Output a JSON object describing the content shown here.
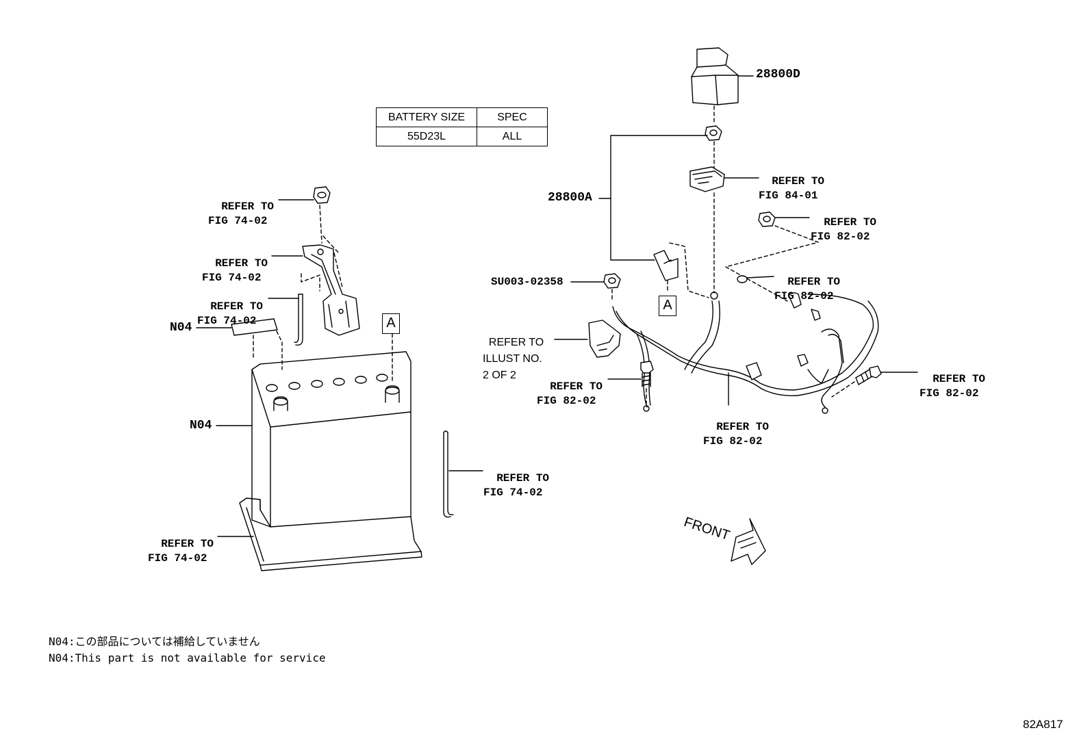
{
  "spec_table": {
    "header": [
      "BATTERY SIZE",
      "SPEC"
    ],
    "row": [
      "55D23L",
      "ALL"
    ]
  },
  "labels": {
    "part_28800D": "28800D",
    "part_28800A": "28800A",
    "part_su003": "SU003-02358",
    "part_n04_sheet": "N04",
    "part_n04_battery": "N04",
    "refer_to": "REFER TO",
    "fig_74_02": "FIG 74-02",
    "fig_84_01": "FIG 84-01",
    "fig_82_02": "FIG 82-02",
    "illust_line1": "REFER TO",
    "illust_line2": "ILLUST NO.",
    "illust_line3": "2 OF 2",
    "box_a": "A",
    "front": "FRONT"
  },
  "notes": {
    "jp": "N04:この部品については補給していません",
    "en": "N04:This part is not available for service"
  },
  "drawing_code": "82A817"
}
